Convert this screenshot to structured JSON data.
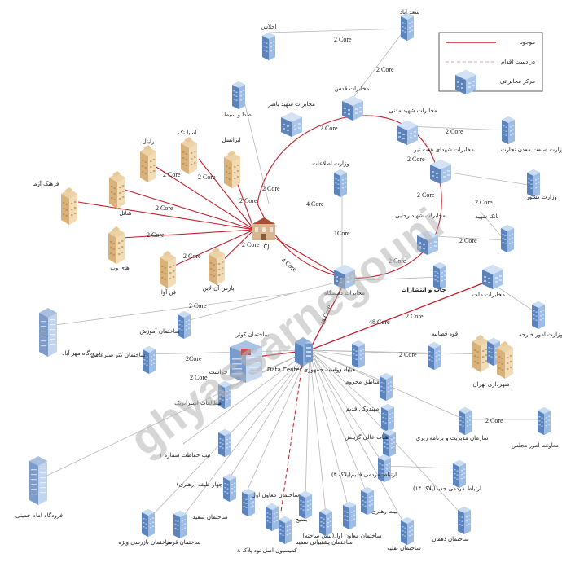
{
  "watermark": "ghyassarnegouni",
  "legend": {
    "items": [
      {
        "label": "موجود",
        "kind": "solid"
      },
      {
        "label": "در دست اقدام",
        "kind": "dashed"
      },
      {
        "label": "مرکز مخابراتی",
        "kind": "building"
      }
    ]
  },
  "colors": {
    "red_link": "#c21f2a",
    "grey_link": "#b8b8b8",
    "pink_dash": "#e2a0b0",
    "building_blue": "#6f95c9",
    "building_tan": "#e3c392"
  },
  "nodes": {
    "sadabad": "سعد آباد",
    "ejlas": "اجلاس",
    "seda_sima": "صدا و سیما",
    "mokhaberat_qods": "مخابرات قدس",
    "mokhaberat_bahonar": "مخابرات شهید باهنر",
    "mokhaberat_madani": "مخابرات شهید مدنی",
    "vezarat_sanat": "وزارت صنعت معدن تجارت",
    "mokhaberat_haftetir": "مخابرات شهدای هفت تیر",
    "vezarat_keshvar": "وزارت کشور",
    "asiatech": "آسیا تک",
    "rayol": "رایتل",
    "irancell": "ایرانسل",
    "vezarat_ettelaat": "وزارت اطلاعات",
    "farhang_azma": "فرهنگ آزما",
    "shatel": "شاتل",
    "lcj": "LCJ",
    "mokhaberat_rajaei": "مخابرات شهید رجایی",
    "bank_shahid": "بانک شهید",
    "haye_web": "های وب",
    "fanava": "فن آوا",
    "pars_online": "پارس آن لاین",
    "chap_nashr": "چاپ و انتشارات",
    "mokhaberat_daneshgah": "مخابرات دانشگاه",
    "mokhaberat_mellat": "مخابرات ملت",
    "vezarat_omur_kharejeh": "وزارت امور خارجه",
    "forudgah_mehrabad": "فرودگاه مهر آباد",
    "sakhteman_amuzesh": "ساختمان آموزش",
    "sakhteman_kowsar": "ساختمان کوثر",
    "qove_qazaiyeh": "قوه قضاییه",
    "sakhteman_kasr": "ساختمان کثر صنرعامی",
    "herasat": "حراست",
    "data_center": "Data Center نهاد ریاست جمهوری",
    "hayat_dolat": "هیات دولت",
    "manateq_mahrum": "مناطق محروم",
    "shahrdari": "شهرداری تهران",
    "motaleat": "مطالعات استراتژیک",
    "mohandesi_qadim": "مهندوکل قدیم",
    "hayat_ali_gozinesh": "هیات عالی گزینش",
    "sazman_modiriyat": "سازمان مدیریت و برنامه ریزی",
    "moavenat_majles": "معاونت امور مجلس",
    "tip_hefazat": "تیپ حفاظت شماره ۱",
    "ertebat_qadim": "ارتباط مردمی قدیم(پلاک ۳)",
    "ertebat_jadid": "ارتباط مردمی جدید(پلاک ۱۴)",
    "forudgah_khomeini": "فرودگاه امام خمینی",
    "chahar_tabaqe": "چهار طبقه (رهبری)",
    "sakhteman_moaven": "ساختمان معاون اول",
    "sakhteman_sefid": "ساختمان سفید",
    "basij": "بسیج",
    "beit_rahbari": "بیت رهبری",
    "sakhteman_moaven_pish": "ساختمان معاون اول(پیش ساخته)",
    "sakhteman_bazresi": "ساختمان بازرسی ویژه",
    "sakhteman_qermez": "ساختمان قرمز",
    "komision": "کمیسیون اصل نود پلاک ۸",
    "sakhteman_poshtibani": "ساختمان پشتیبانی سفید",
    "sakhteman_naqlieh": "ساختمان نقلیه",
    "sakhteman_dehqan": "ساختمان دهقان"
  },
  "links": {
    "core2": "2 Core",
    "core4": "4 Core",
    "core1": "1Core",
    "core48": "48 Core",
    "core2b": "2Core"
  }
}
